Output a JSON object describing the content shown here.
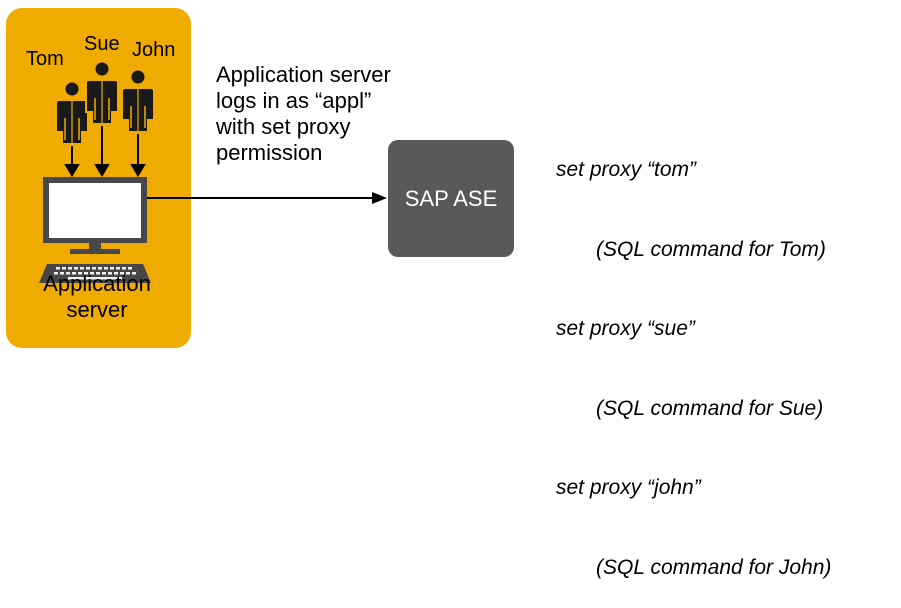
{
  "users": [
    "Tom",
    "Sue",
    "John"
  ],
  "server_label": [
    "Application",
    "server"
  ],
  "connection_note": [
    "Application server",
    "logs in as “appl”",
    "with set proxy",
    "permission"
  ],
  "database_label": "SAP ASE",
  "sql_lines": [
    {
      "text": "set proxy “tom”",
      "indent": false
    },
    {
      "text": "(SQL command for Tom)",
      "indent": true
    },
    {
      "text": "set proxy “sue”",
      "indent": false
    },
    {
      "text": "(SQL command for Sue)",
      "indent": true
    },
    {
      "text": "set proxy “john”",
      "indent": false
    },
    {
      "text": "(SQL command for John)",
      "indent": true
    }
  ],
  "colors": {
    "panel": "#f0ab00",
    "database_box": "#595959",
    "people": "#1a1a1a"
  }
}
